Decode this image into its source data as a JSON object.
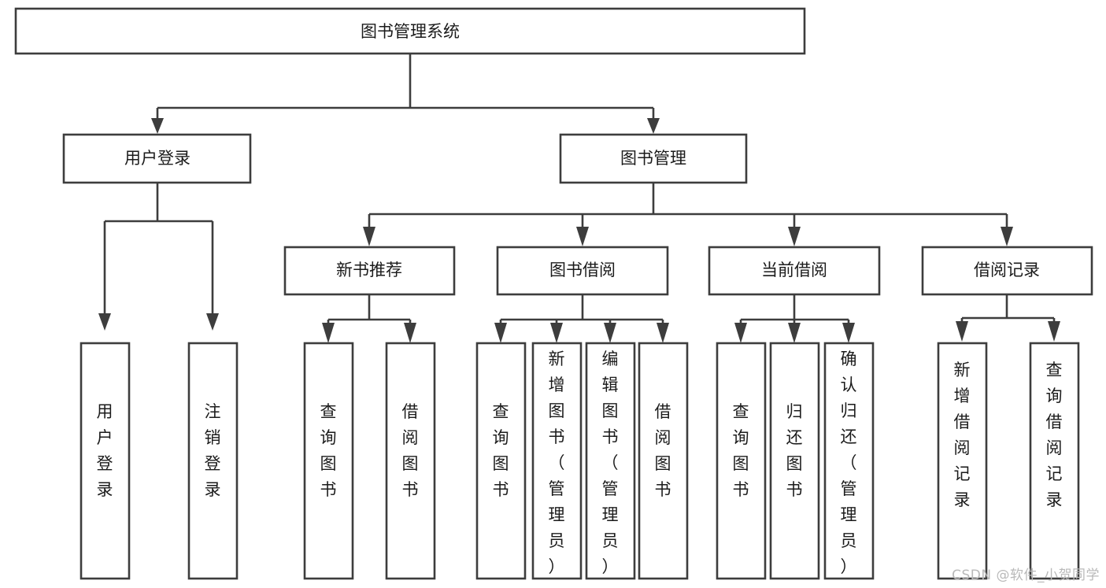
{
  "diagram": {
    "type": "tree",
    "title": "图书管理系统",
    "orientation": "top-down",
    "watermark": "CSDN @软件_小贺同学",
    "colors": {
      "stroke": "#3d3d3d",
      "fill": "#ffffff",
      "text": "#1b1b1b",
      "watermark": "#b9b9b9"
    },
    "nodes": {
      "root": {
        "label": "图书管理系统"
      },
      "level1": [
        {
          "id": "user-login",
          "label": "用户登录"
        },
        {
          "id": "book-management",
          "label": "图书管理"
        }
      ],
      "level2": [
        {
          "id": "new-book-recommend",
          "label": "新书推荐",
          "parent": "book-management"
        },
        {
          "id": "book-borrow",
          "label": "图书借阅",
          "parent": "book-management"
        },
        {
          "id": "current-borrow",
          "label": "当前借阅",
          "parent": "book-management"
        },
        {
          "id": "borrow-record",
          "label": "借阅记录",
          "parent": "book-management"
        }
      ],
      "leaves": {
        "user-login": [
          {
            "id": "leaf-user-login",
            "label": "用户登录"
          },
          {
            "id": "leaf-logout-login",
            "label": "注销登录"
          }
        ],
        "new-book-recommend": [
          {
            "id": "leaf-query-book-1",
            "label": "查询图书"
          },
          {
            "id": "leaf-borrow-book-1",
            "label": "借阅图书"
          }
        ],
        "book-borrow": [
          {
            "id": "leaf-query-book-2",
            "label": "查询图书"
          },
          {
            "id": "leaf-add-book",
            "label": "新增图书（管理员）"
          },
          {
            "id": "leaf-edit-book",
            "label": "编辑图书（管理员）"
          },
          {
            "id": "leaf-borrow-book-2",
            "label": "借阅图书"
          }
        ],
        "current-borrow": [
          {
            "id": "leaf-query-book-3",
            "label": "查询图书"
          },
          {
            "id": "leaf-return-book",
            "label": "归还图书"
          },
          {
            "id": "leaf-confirm-return",
            "label": "确认归还（管理员）"
          }
        ],
        "borrow-record": [
          {
            "id": "leaf-add-record",
            "label": "新增借阅记录"
          },
          {
            "id": "leaf-query-record",
            "label": "查询借阅记录"
          }
        ]
      }
    }
  }
}
